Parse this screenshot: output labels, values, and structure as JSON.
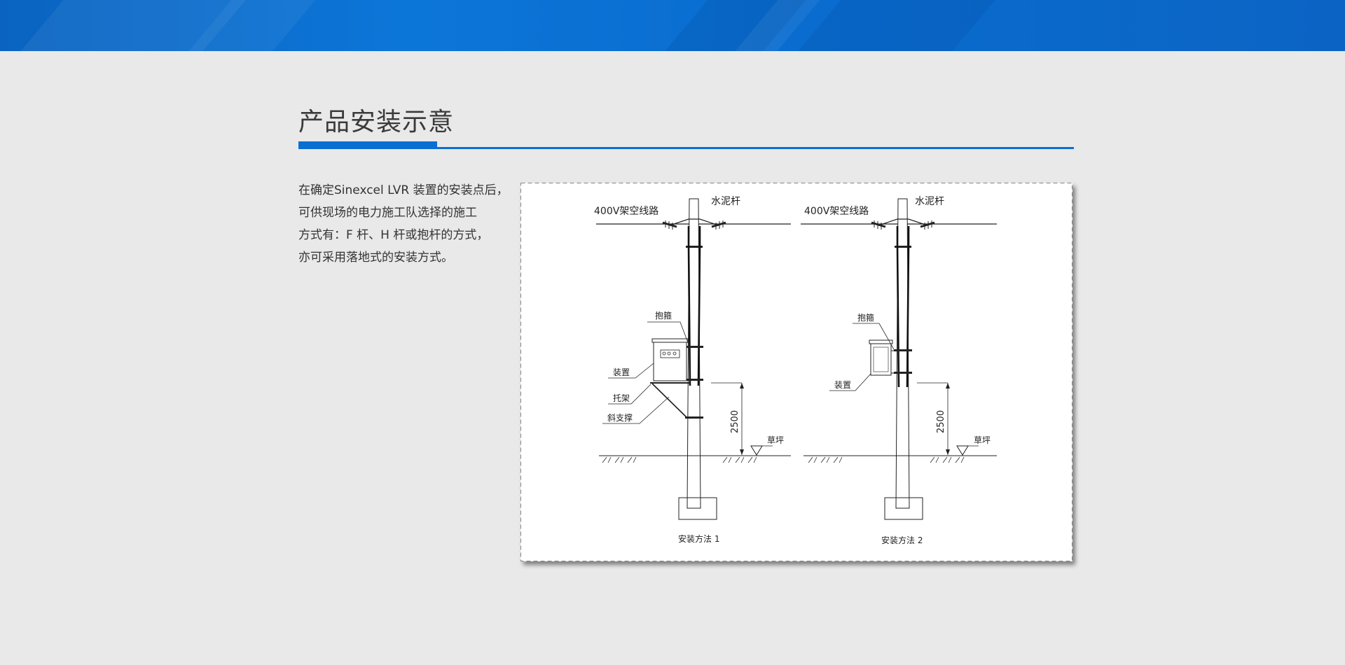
{
  "header": {
    "title": "产品安装示意",
    "accent_color": "#0b6fd2"
  },
  "description": {
    "lines": [
      "在确定Sinexcel LVR 装置的安装点后，",
      "可供现场的电力施工队选择的施工",
      "方式有：F 杆、H 杆或抱杆的方式，",
      "亦可采用落地式的安装方式。"
    ]
  },
  "diagram": {
    "method1": {
      "line_label": "400V架空线路",
      "pole_label": "水泥杆",
      "hoop_label": "抱箍",
      "device_label": "装置",
      "bracket_label": "托架",
      "brace_label": "斜支撑",
      "dimension": "2500",
      "lawn_label": "草坪",
      "caption": "安装方法 1"
    },
    "method2": {
      "line_label": "400V架空线路",
      "pole_label": "水泥杆",
      "hoop_label": "抱箍",
      "device_label": "装置",
      "dimension": "2500",
      "lawn_label": "草坪",
      "caption": "安装方法 2"
    }
  }
}
